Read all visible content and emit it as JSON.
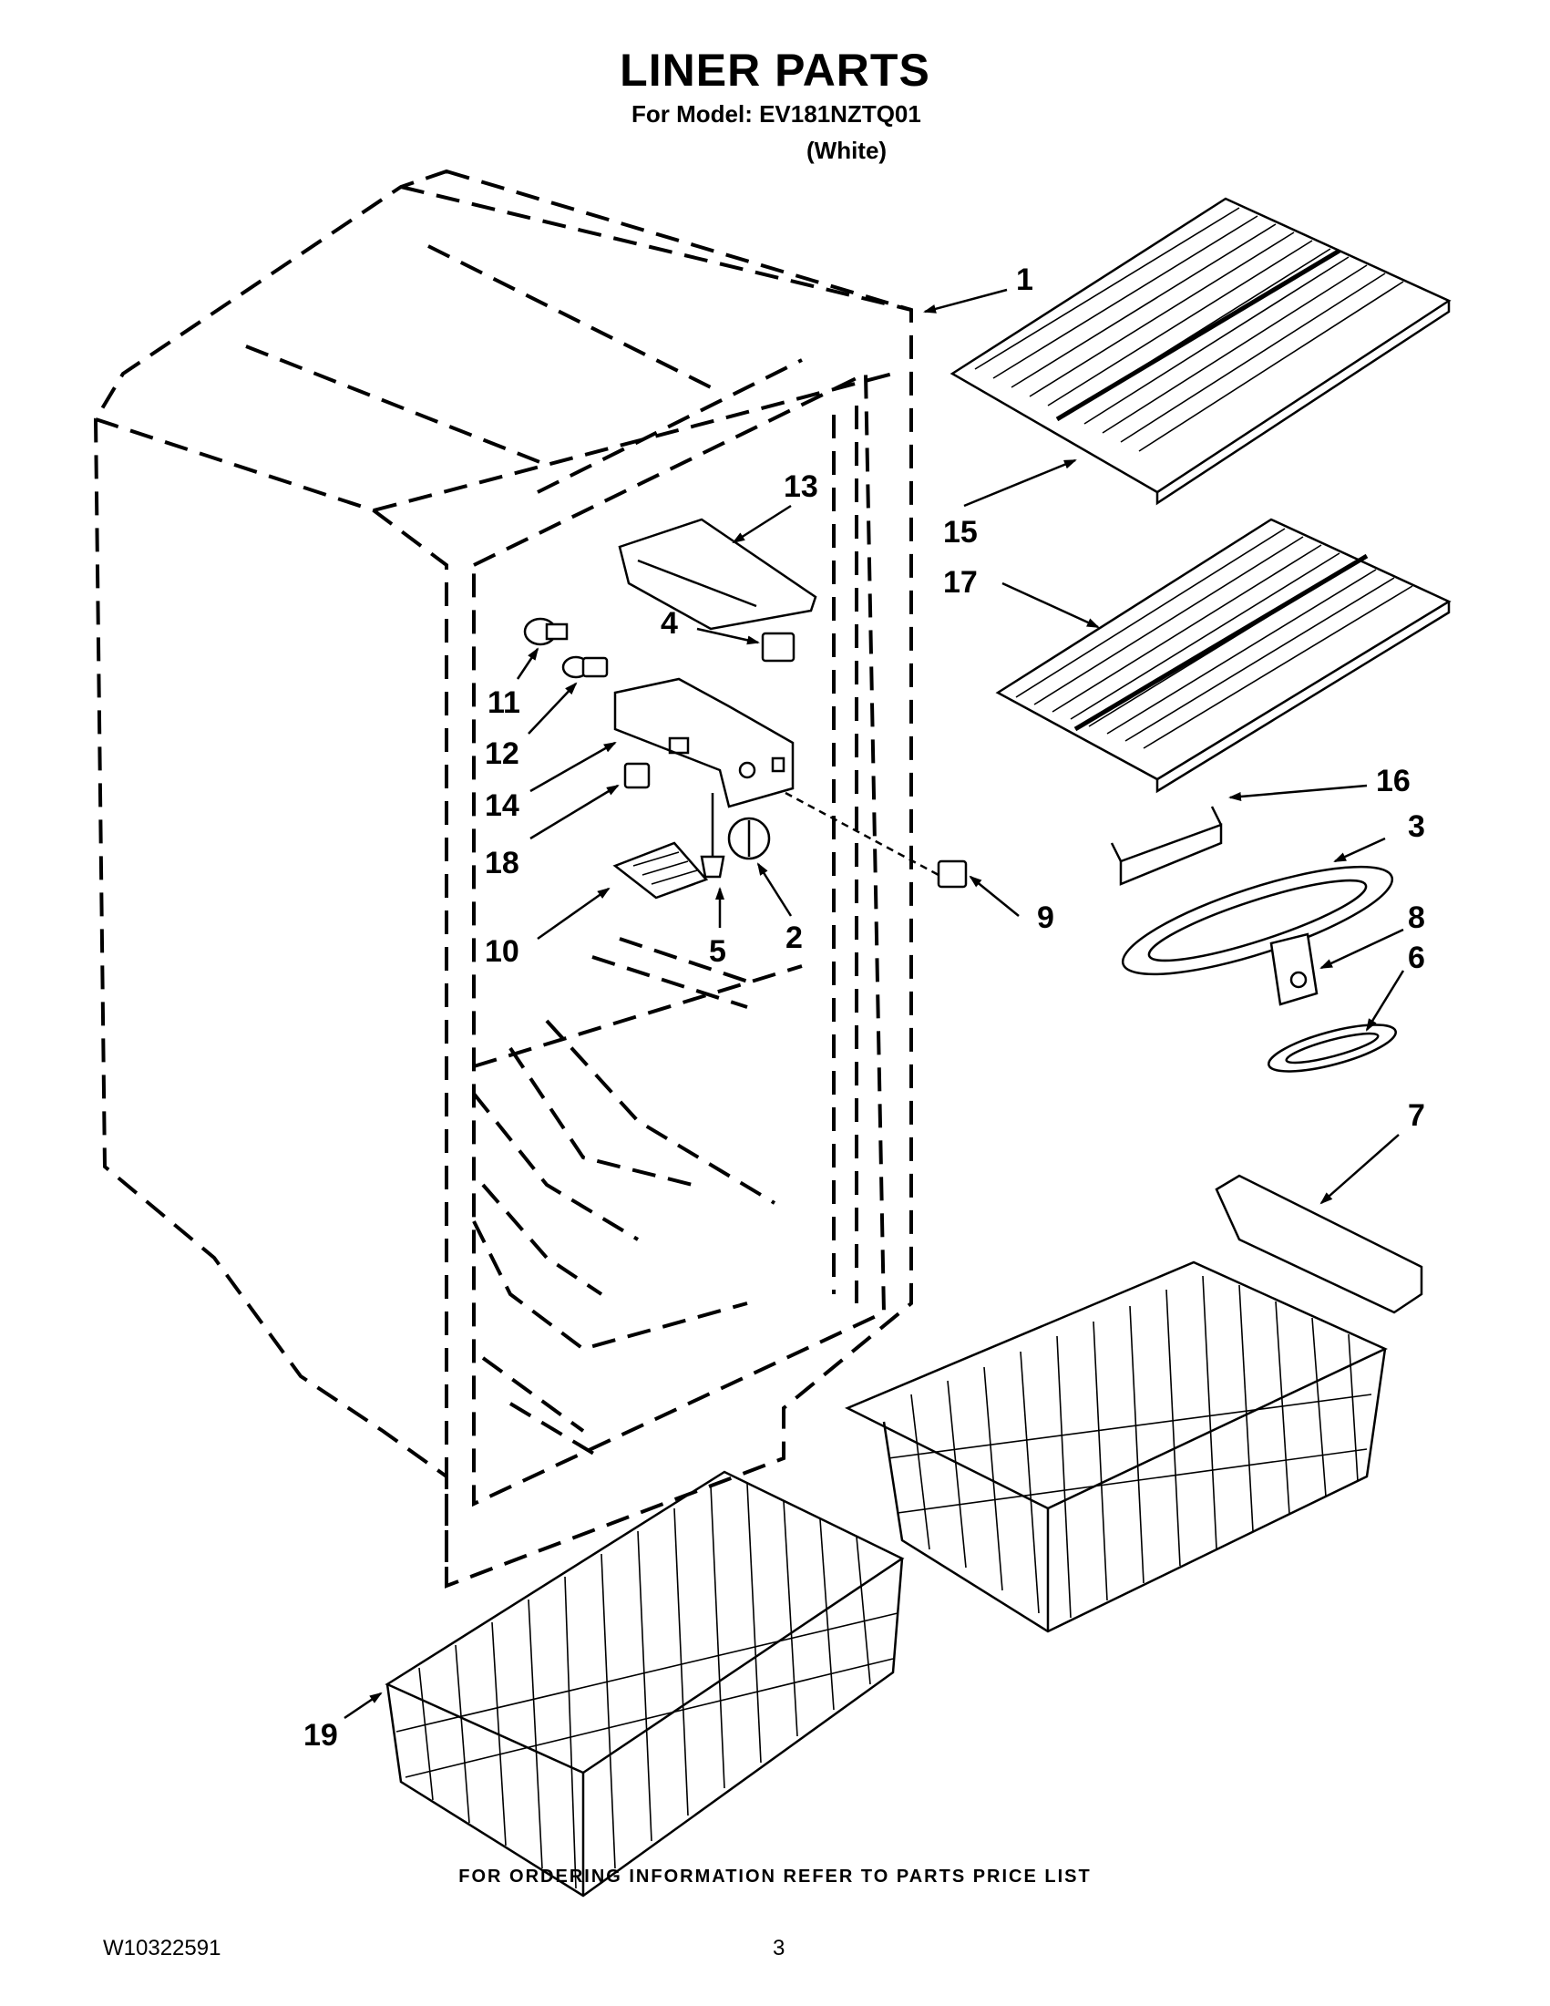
{
  "header": {
    "title": "LINER PARTS",
    "subtitle": "For Model: EV181NZTQ01",
    "variant": "(White)"
  },
  "callouts": [
    "1",
    "2",
    "3",
    "4",
    "5",
    "6",
    "7",
    "8",
    "9",
    "10",
    "11",
    "12",
    "13",
    "14",
    "15",
    "16",
    "17",
    "18",
    "19"
  ],
  "footer": {
    "ordering_note": "FOR ORDERING INFORMATION REFER TO PARTS PRICE LIST",
    "doc_number": "W10322591",
    "page_number": "3"
  }
}
